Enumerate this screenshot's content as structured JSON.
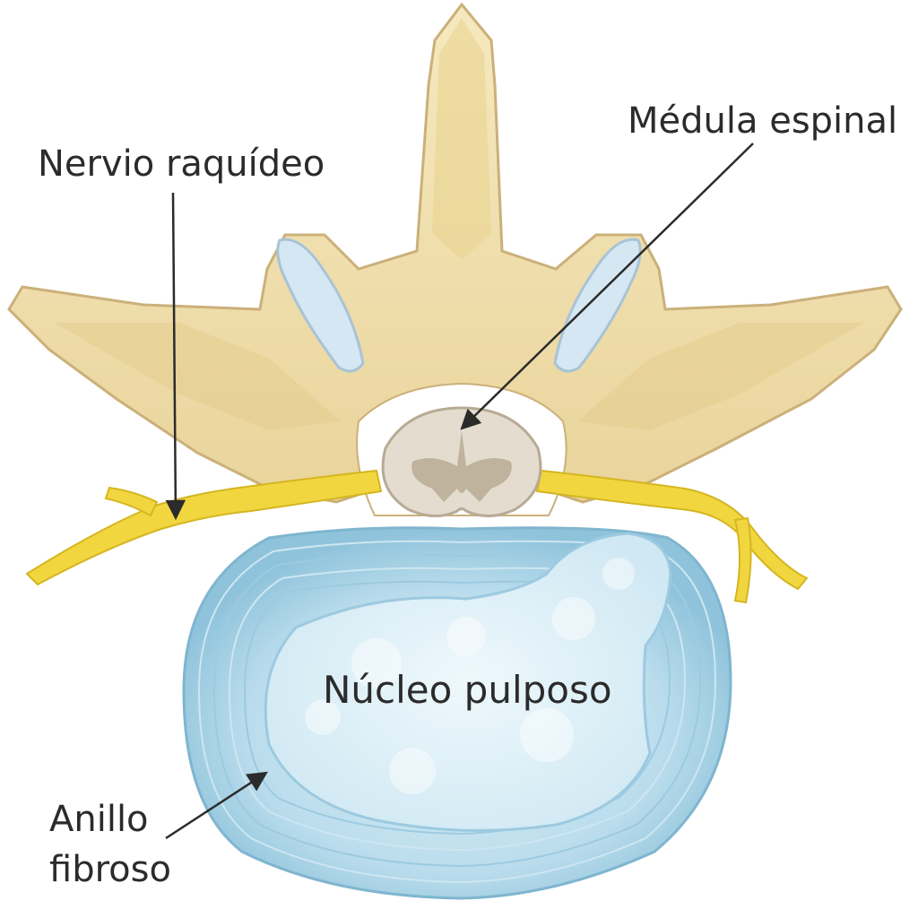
{
  "labels": {
    "nervio": "Nervio raquídeo",
    "medula": "Médula espinal",
    "nucleo": "Núcleo pulposo",
    "anillo_line1": "Anillo",
    "anillo_line2": "fibroso"
  },
  "colors": {
    "bone": "#f0dfae",
    "bone_shadow": "#d9c08a",
    "nerve": "#f2d640",
    "disc_outer": "#a9d4e6",
    "disc_inner": "#d9eef6",
    "cord": "#e4ddcf",
    "cord_grey_matter": "#b8ab95",
    "facet_cartilage": "#cfe3f1",
    "text": "#2b2b2b"
  }
}
